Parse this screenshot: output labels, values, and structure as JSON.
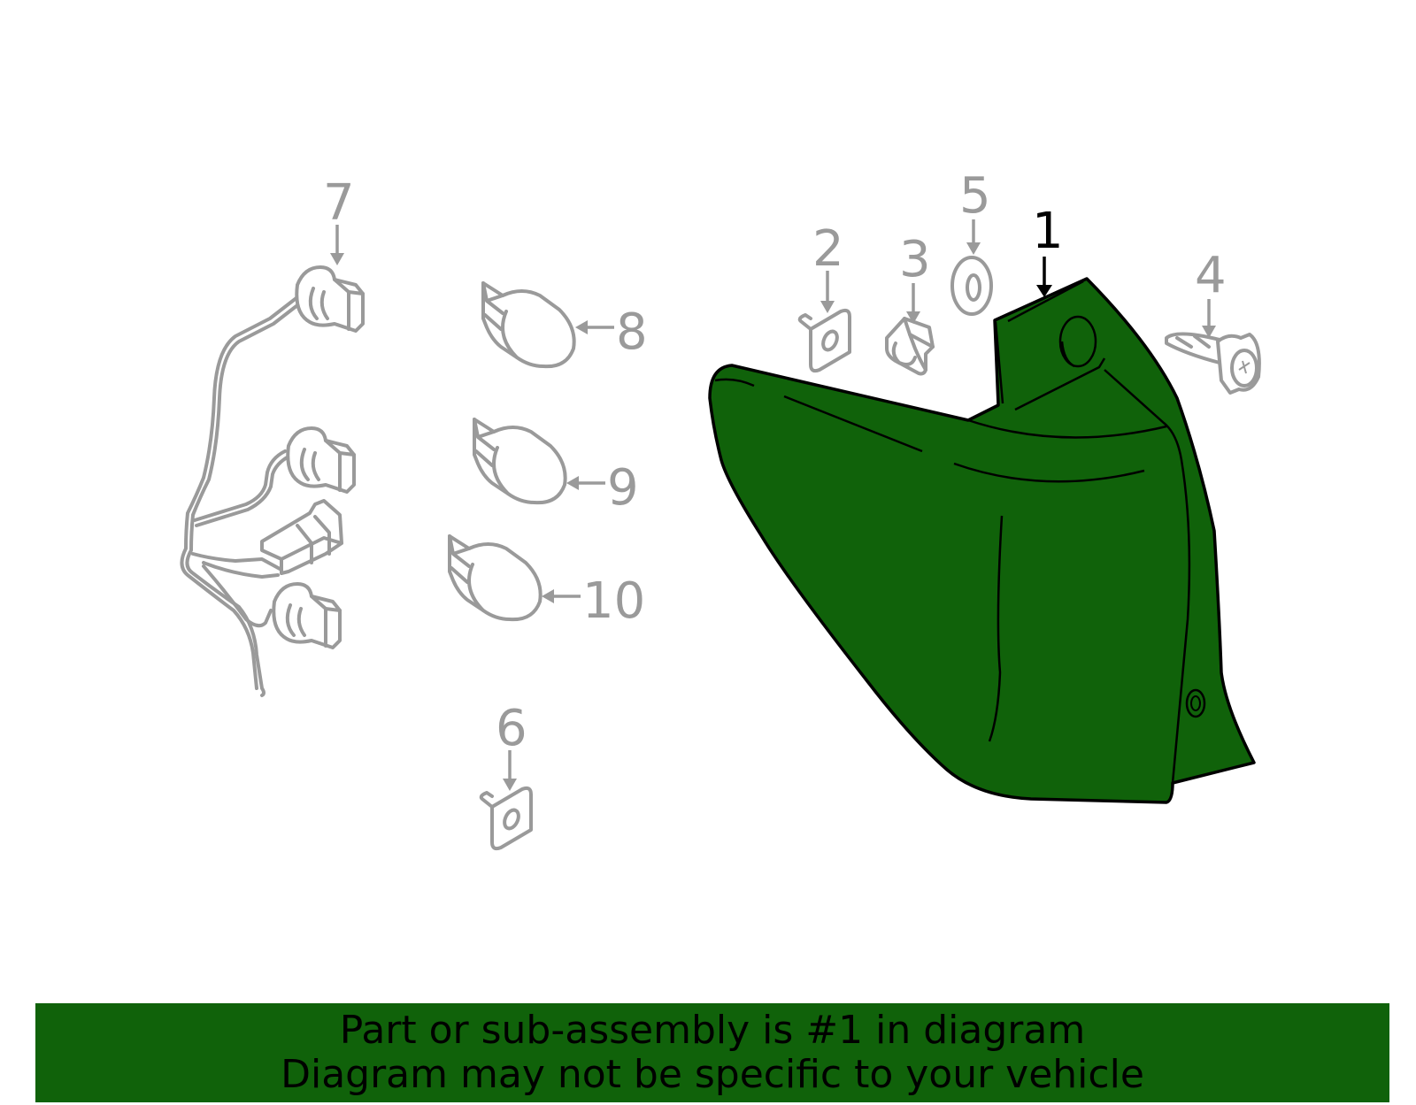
{
  "colors": {
    "highlight": "#10620A",
    "part_outline": "#9a9a9a",
    "main_outline": "#000000"
  },
  "callouts": {
    "c1": "1",
    "c2": "2",
    "c3": "3",
    "c4": "4",
    "c5": "5",
    "c6": "6",
    "c7": "7",
    "c8": "8",
    "c9": "9",
    "c10": "10"
  },
  "banner": {
    "line1": "Part or sub-assembly is #1 in diagram",
    "line2": "Diagram may not be specific to your vehicle"
  }
}
